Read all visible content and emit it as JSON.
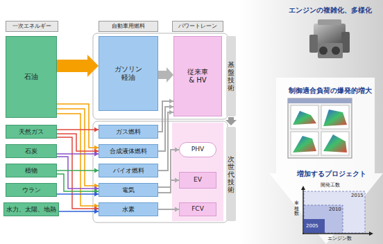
{
  "diagram": {
    "nodes": [
      {
        "text": [
          "一次エネルギー"
        ]
      },
      {
        "text": [
          "自動車用燃料"
        ]
      },
      {
        "text": [
          "パワートレーン"
        ]
      },
      {
        "text": [
          "石油"
        ]
      },
      {
        "text": [
          "天然ガス"
        ]
      },
      {
        "text": [
          "石炭"
        ]
      },
      {
        "text": [
          "植物"
        ]
      },
      {
        "text": [
          "ウラン"
        ]
      },
      {
        "text": [
          "水力、太陽、地熱"
        ]
      },
      {
        "text": [
          "ガソリン 軽油"
        ]
      },
      {
        "text": [
          "ガス燃料"
        ]
      },
      {
        "text": [
          "合成液体燃料"
        ]
      },
      {
        "text": [
          "バイオ燃料"
        ]
      },
      {
        "text": [
          "電気"
        ]
      },
      {
        "text": [
          "水素"
        ]
      },
      {
        "text": [
          "従来車 & HV"
        ]
      },
      {
        "text": [
          "PHV"
        ]
      },
      {
        "text": [
          "EV"
        ]
      },
      {
        "text": [
          "FCV"
        ]
      }
    ],
    "edges": [
      {
        "from": 3,
        "to": 9,
        "arrow": "to"
      },
      {
        "from": 9,
        "to": 15,
        "arrow": "to"
      },
      {
        "from": 3,
        "to": 11,
        "arrow": "to"
      },
      {
        "from": 3,
        "to": 13,
        "arrow": "to"
      },
      {
        "from": 3,
        "to": 14,
        "arrow": "to"
      },
      {
        "from": 4,
        "to": 10,
        "arrow": "to"
      },
      {
        "from": 4,
        "to": 11,
        "arrow": "to"
      },
      {
        "from": 4,
        "to": 14,
        "arrow": "to"
      },
      {
        "from": 5,
        "to": 11,
        "arrow": "to"
      },
      {
        "from": 5,
        "to": 13,
        "arrow": "to"
      },
      {
        "from": 6,
        "to": 12,
        "arrow": "to"
      },
      {
        "from": 6,
        "to": 13,
        "arrow": "to"
      },
      {
        "from": 7,
        "to": 13,
        "arrow": "to"
      },
      {
        "from": 8,
        "to": 14,
        "arrow": "to"
      },
      {
        "from": 10,
        "to": 15,
        "arrow": "to"
      },
      {
        "from": 11,
        "to": 15,
        "arrow": "to"
      },
      {
        "from": 12,
        "to": 15,
        "arrow": "to"
      },
      {
        "from": 13,
        "to": 16,
        "arrow": "to"
      },
      {
        "from": 13,
        "to": 17,
        "arrow": "to"
      },
      {
        "from": 14,
        "to": 18,
        "arrow": "to"
      }
    ],
    "labels": [
      "基盤技術",
      "次世代技術",
      "エンジンの複雑化、多様化",
      "制御適合負荷の爆発的増大",
      "増加するプロジェクト",
      "開発工数",
      "2015",
      "2010",
      "2005",
      "車種数",
      "エンジン数"
    ]
  }
}
